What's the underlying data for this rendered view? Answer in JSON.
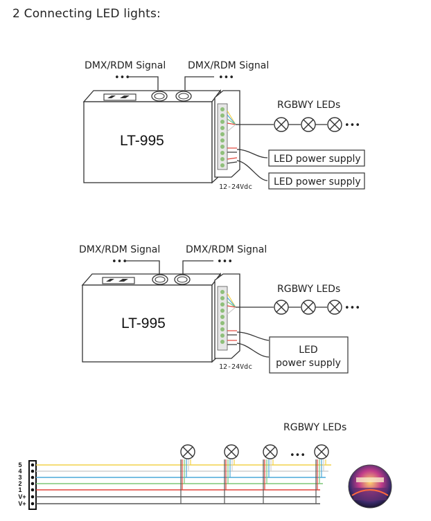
{
  "heading": "2 Connecting LED lights:",
  "diagram1": {
    "signal_left": "DMX/RDM Signal",
    "signal_right": "DMX/RDM Signal",
    "model": "LT-995",
    "leds_label": "RGBWY LEDs",
    "psu1": "LED power supply",
    "psu2": "LED power supply",
    "voltage": "12-24Vdc"
  },
  "diagram2": {
    "signal_left": "DMX/RDM Signal",
    "signal_right": "DMX/RDM Signal",
    "model": "LT-995",
    "leds_label": "RGBWY LEDs",
    "psu_line1": "LED",
    "psu_line2": "power supply",
    "voltage": "12-24Vdc"
  },
  "diagram3": {
    "leds_label": "RGBWY LEDs",
    "pins": [
      "5",
      "4",
      "3",
      "2",
      "1",
      "V+",
      "V+"
    ],
    "dots": "•••"
  },
  "colors": {
    "yellow": "#f2d24a",
    "white": "#cfcfcf",
    "blue": "#4aa8d8",
    "green": "#7cc576",
    "red": "#e0443a"
  },
  "icons": [
    "lamp-icon",
    "usb-port-icon",
    "terminal-block-icon",
    "photo-thumbnail"
  ]
}
